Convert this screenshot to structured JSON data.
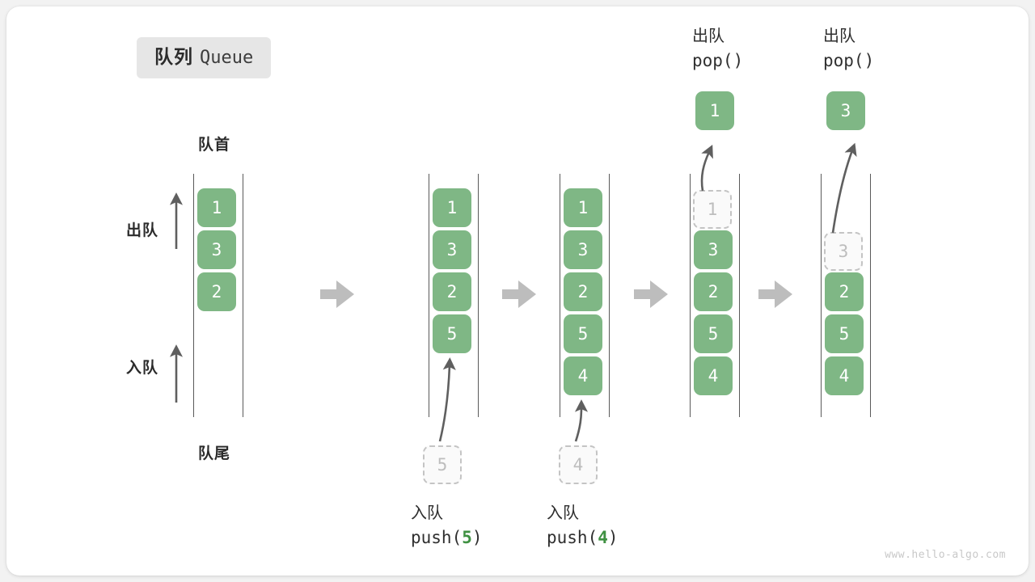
{
  "diagram": {
    "title_cn": "队列",
    "title_en": "Queue",
    "front_label": "队首",
    "rear_label": "队尾",
    "dequeue_label": "出队",
    "enqueue_label": "入队",
    "watermark": "www.hello-algo.com",
    "colors": {
      "cell_fill": "#7fb785",
      "cell_text": "#ffffff",
      "ghost_fill": "#fafafa",
      "ghost_border": "#c4c4c4",
      "ghost_text": "#bdbdbd",
      "rail": "#5a5a5a",
      "arrow": "#5f5f5f",
      "step_arrow": "#bdbdbd",
      "badge_bg": "#e6e6e6",
      "accent_green": "#3f9142",
      "card_bg": "#ffffff",
      "page_bg": "#f2f2f2"
    }
  },
  "stages": [
    {
      "id": "initial",
      "cells": [
        "1",
        "3",
        "2"
      ],
      "ghost": null,
      "caption_cn": null,
      "caption_code": null
    },
    {
      "id": "push-5",
      "cells": [
        "1",
        "3",
        "2",
        "5"
      ],
      "ghost": "5",
      "caption_cn": "入队",
      "caption_code_prefix": "push(",
      "caption_code_arg": "5",
      "caption_code_suffix": ")"
    },
    {
      "id": "push-4",
      "cells": [
        "1",
        "3",
        "2",
        "5",
        "4"
      ],
      "ghost": "4",
      "caption_cn": "入队",
      "caption_code_prefix": "push(",
      "caption_code_arg": "4",
      "caption_code_suffix": ")"
    },
    {
      "id": "pop-1",
      "cells": [
        "3",
        "2",
        "5",
        "4"
      ],
      "ghost": "1",
      "popped": "1",
      "caption_cn": "出队",
      "caption_code_prefix": "pop(",
      "caption_code_arg": "",
      "caption_code_suffix": ")"
    },
    {
      "id": "pop-3",
      "cells": [
        "2",
        "5",
        "4"
      ],
      "ghost": "3",
      "popped": "3",
      "caption_cn": "出队",
      "caption_code_prefix": "pop(",
      "caption_code_arg": "",
      "caption_code_suffix": ")"
    }
  ]
}
